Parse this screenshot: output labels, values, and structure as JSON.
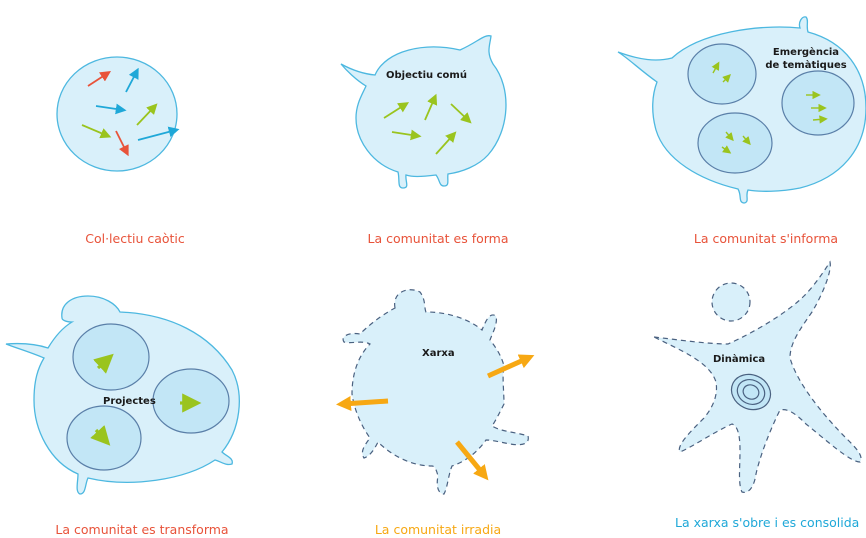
{
  "colors": {
    "fill_light": "#d9f0fa",
    "fill_inner": "#c2e6f6",
    "stroke_blue": "#4db8e0",
    "stroke_inner": "#5a7fa8",
    "stroke_dark": "#4a6180",
    "arrow_red": "#e8533a",
    "arrow_blue": "#1fa8d8",
    "arrow_green": "#9ac41e",
    "arrow_orange": "#f7a813",
    "caption_red": "#e8533a",
    "caption_orange": "#f7a813",
    "caption_blue": "#1fa8d8"
  },
  "panels": [
    {
      "caption": "Col·lectiu caòtic",
      "label": ""
    },
    {
      "caption": "La comunitat es forma",
      "label": "Objectiu comú"
    },
    {
      "caption": "La comunitat s'informa",
      "label_line1": "Emergència",
      "label_line2": "de temàtiques"
    },
    {
      "caption": "La comunitat es transforma",
      "label": "Projectes"
    },
    {
      "caption": "La comunitat irradia",
      "label": "Xarxa"
    },
    {
      "caption": "La xarxa s'obre i es consolida",
      "label": "Dinàmica"
    }
  ]
}
